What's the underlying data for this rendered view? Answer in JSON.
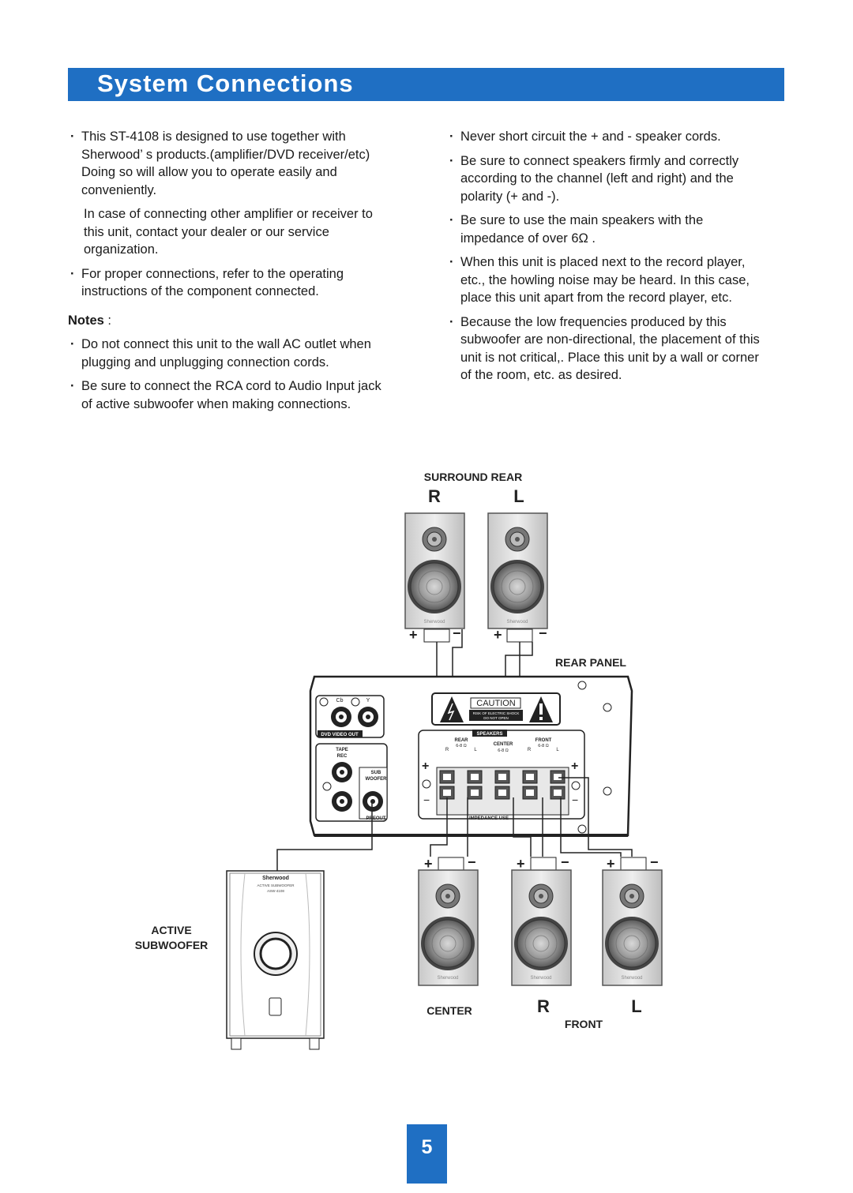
{
  "header": {
    "title": "System Connections"
  },
  "left_column": {
    "b1_line1": "This ST-4108 is designed to use together with",
    "b1_line2": "Sherwood’ s products.(amplifier/DVD receiver/etc)",
    "b1_line3": "Doing so will allow you to operate easily and",
    "b1_line4": "conveniently.",
    "p1_line1": "In case of connecting other amplifier or receiver to",
    "p1_line2": "this unit, contact your dealer or our service",
    "p1_line3": "organization.",
    "b2_line1": "For proper connections, refer to the operating",
    "b2_line2": "instructions of the component connected.",
    "notes_label": "Notes",
    "notes_colon": " :",
    "b3_line1": "Do not connect this unit to the wall AC outlet when",
    "b3_line2": "plugging and unplugging connection cords.",
    "b4_line1": "Be sure to connect the RCA cord to Audio Input jack",
    "b4_line2": "of active subwoofer when making connections."
  },
  "right_column": {
    "b1_line1": "Never short circuit the + and - speaker cords.",
    "b2_line1": "Be sure to connect speakers firmly and correctly",
    "b2_line2": "according to the channel (left and right) and the",
    "b2_line3": "polarity (+ and -).",
    "b3_line1": "Be sure to use the main speakers with the",
    "b3_line2": "impedance of over 6Ω .",
    "b4_line1": "When this unit is placed next to the record player,",
    "b4_line2": "etc., the howling noise may be heard. In this case,",
    "b4_line3": "place this unit apart from the record player, etc.",
    "b5_line1": "Because the low frequencies produced by this",
    "b5_line2": "subwoofer are non-directional, the placement of this",
    "b5_line3": "unit is not critical,. Place this unit by a wall or corner",
    "b5_line4": "of the room, etc. as desired."
  },
  "diagram": {
    "surround_rear": "SURROUND REAR",
    "r": "R",
    "l": "L",
    "plus": "+",
    "minus": "−",
    "rear_panel": "REAR PANEL",
    "caution": "CAUTION",
    "risk1": "RISK OF ELECTRIC SHOCK",
    "risk2": "DO NOT OPEN",
    "cb": "Cb",
    "y": "Y",
    "dvd_video_out": "DVD VIDEO OUT",
    "tape": "TAPE",
    "rec": "REC",
    "sub": "SUB",
    "woofer": "WOOFER",
    "preout": "PREOUT",
    "speakers": "SPEAKERS",
    "rear": "REAR",
    "front": "FRONT",
    "center": "CENTER",
    "ohm": "6-8 Ω",
    "impedance_use": "IMPEDANCE USE",
    "brand": "Sherwood",
    "sub_brand": "Sherwood",
    "sub_model1": "ACTIVE SUBWOOFER",
    "sub_model2": "ASW-4108",
    "active": "ACTIVE",
    "subwoofer": "SUBWOOFER",
    "center_label": "CENTER",
    "front_label": "FRONT"
  },
  "footer": {
    "page_number": "5"
  }
}
